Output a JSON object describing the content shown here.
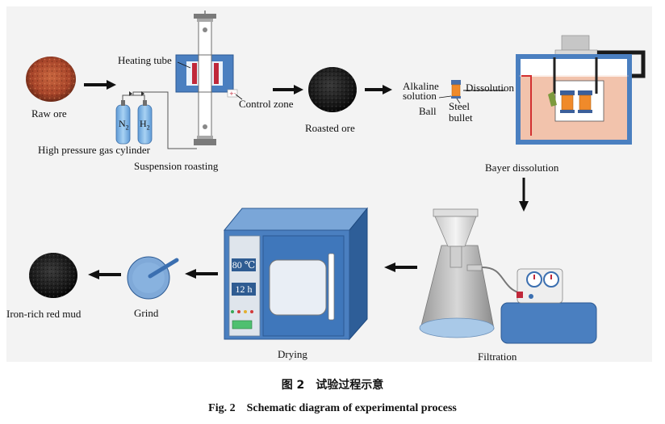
{
  "labels": {
    "raw_ore": "Raw ore",
    "gas_cylinder": "High pressure gas cylinder",
    "n2": "N",
    "n2_sub": "2",
    "h2": "H",
    "h2_sub": "2",
    "heating_tube": "Heating tube",
    "control_zone": "Control zone",
    "suspension_roasting": "Suspension roasting",
    "roasted_ore": "Roasted ore",
    "alkaline_solution_1": "Alkaline",
    "alkaline_solution_2": "solution",
    "ball": "Ball",
    "steel_bullet_1": "Steel",
    "steel_bullet_2": "bullet",
    "dissolution": "Dissolution",
    "bayer_dissolution": "Bayer dissolution",
    "filtration": "Filtration",
    "drying": "Drying",
    "oven_temp": "80 ℃",
    "oven_time": "12 h",
    "grind": "Grind",
    "iron_rich_red_mud": "Iron-rich red mud"
  },
  "caption": {
    "cn": "图 2　试验过程示意",
    "en": "Fig. 2　Schematic diagram of experimental process"
  },
  "colors": {
    "raw_ore": "#a8452a",
    "roasted_ore": "#151515",
    "equipment_blue": "#4a7fc0",
    "heater_red": "#c0283a",
    "cylinder_blue": "#7fb6e6",
    "liquid_pink": "#f2c3ac"
  }
}
